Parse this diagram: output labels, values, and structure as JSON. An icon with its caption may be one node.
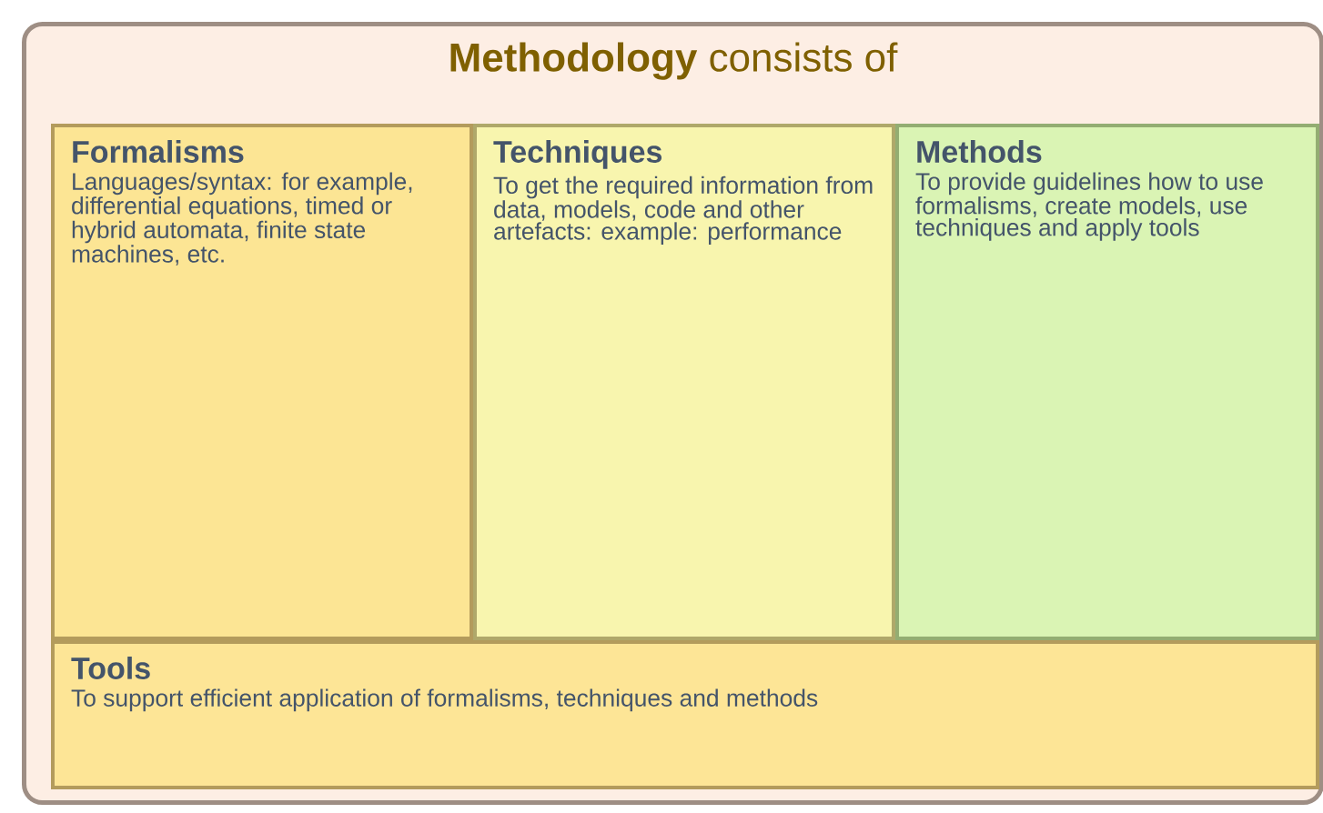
{
  "diagram": {
    "nodes": [
      {
        "text": [
          "**Methodology** consists of"
        ]
      },
      {
        "text": [
          "Formalisms",
          "Languages/syntax: for example, differential equations, timed or hybrid automata, finite state machines, etc."
        ],
        "in": 0
      },
      {
        "text": [
          "Techniques",
          "To get the required information from data, models, code and other artefacts: example: performance"
        ],
        "in": 0
      },
      {
        "text": [
          "Methods",
          "To provide guidelines how to use formalisms, create models, use techniques and apply tools"
        ],
        "in": 0
      },
      {
        "text": [
          "Tools",
          "To support efficient application of formalisms, techniques and methods"
        ],
        "in": 0
      }
    ]
  }
}
